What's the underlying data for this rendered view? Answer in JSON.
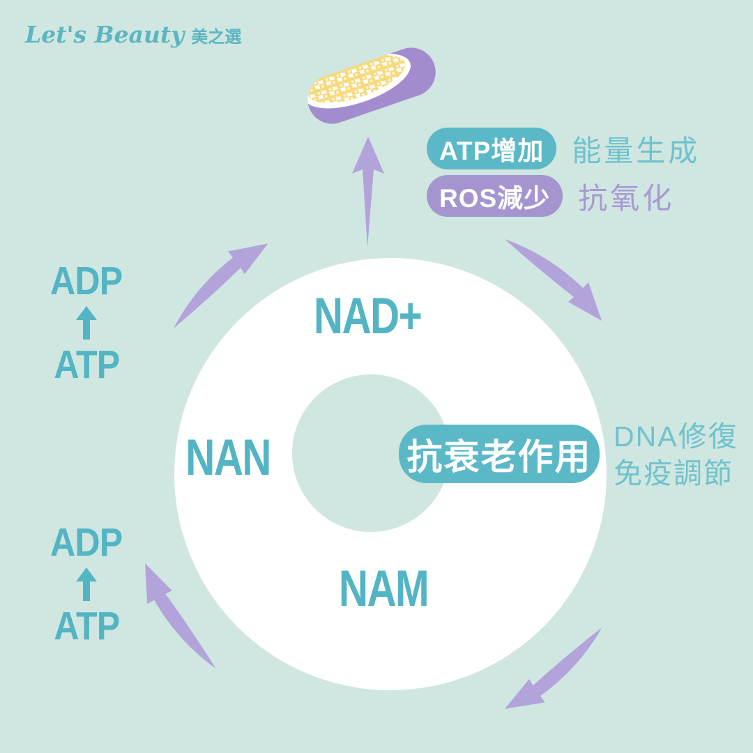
{
  "brand": {
    "name": "Let's Beauty",
    "name_zh": "美之選"
  },
  "colors": {
    "background": "#cfe6e1",
    "teal": "#53b4c3",
    "teal_light": "#6fc2cc",
    "teal_badge": "#5bb9c7",
    "purple_badge": "#a495cf",
    "purple_text": "#a79ad2",
    "arrow_purple": "#b2a3db",
    "mito_purple": "#a28cce",
    "granule_yellow": "#f6d97b",
    "logo_teal": "#5db5c0",
    "white": "#ffffff"
  },
  "top_callouts": [
    {
      "badge": "ATP增加",
      "label": "能量生成"
    },
    {
      "badge": "ROS減少",
      "label": "抗氧化"
    }
  ],
  "cycle": {
    "top": "NAD+",
    "left": "NAN",
    "bottom": "NAM"
  },
  "center_callout": {
    "badge": "抗衰老作用",
    "line1": "DNA修復",
    "line2": "免疫調節"
  },
  "left_reactions": {
    "upper": {
      "product": "ADP",
      "substrate": "ATP"
    },
    "lower": {
      "product": "ADP",
      "substrate": "ATP"
    }
  },
  "icons": {
    "mitochondria": "mitochondria-capsule-with-granules",
    "cycle_direction": "clockwise"
  }
}
